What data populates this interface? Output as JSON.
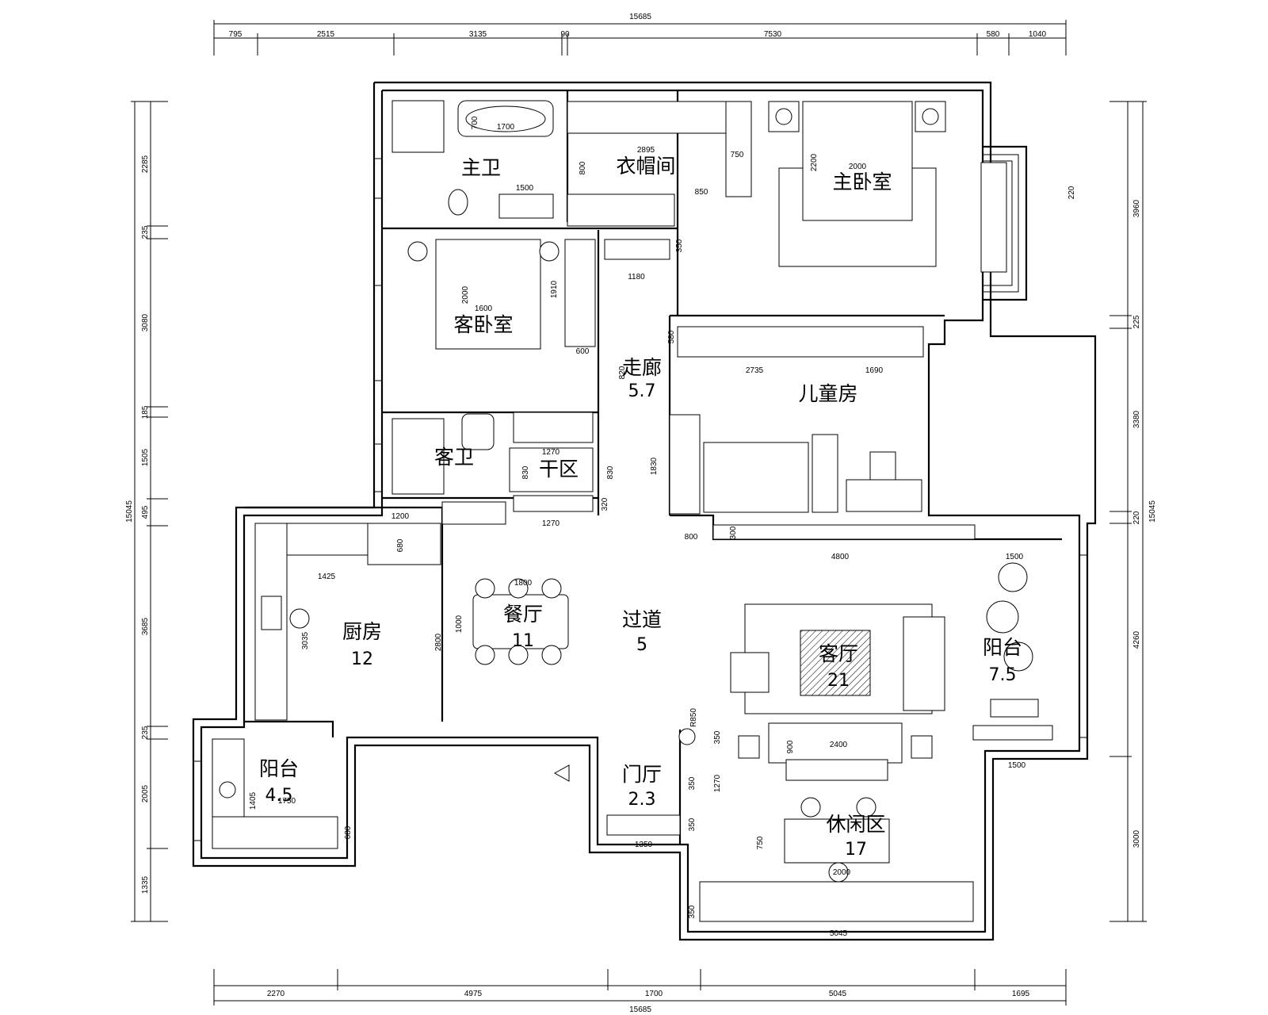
{
  "dimensions": {
    "top_total": "15685",
    "bottom_total": "15685",
    "left_total": "15045",
    "right_total": "15045",
    "top_segments": [
      "795",
      "2515",
      "3135",
      "90",
      "7530",
      "580",
      "1040"
    ],
    "bottom_segments": [
      "2270",
      "4975",
      "1700",
      "5045",
      "1695"
    ],
    "left_segments": [
      "2285",
      "235",
      "3080",
      "185",
      "1505",
      "495",
      "3685",
      "235",
      "2005",
      "1335"
    ],
    "right_segments": [
      "3960",
      "225",
      "3380",
      "220",
      "4260",
      "3000"
    ]
  },
  "rooms": {
    "master_bath": "主卫",
    "wardrobe": "衣帽间",
    "master_bedroom": "主卧室",
    "guest_bedroom": "客卧室",
    "corridor": "走廊",
    "corridor_area": "5.7",
    "children_room": "儿童房",
    "guest_bath": "客卫",
    "dry_zone": "干区",
    "kitchen": "厨房",
    "kitchen_area": "12",
    "dining": "餐厅",
    "dining_area": "11",
    "passage": "过道",
    "passage_area": "5",
    "living": "客厅",
    "living_area": "21",
    "balcony_right": "阳台",
    "balcony_right_area": "7.5",
    "balcony_left": "阳台",
    "balcony_left_area": "4.5",
    "foyer": "门厅",
    "foyer_area": "2.3",
    "leisure": "休闲区",
    "leisure_area": "17"
  },
  "inner_dims": {
    "d_1700": "1700",
    "d_700": "700",
    "d_1500": "1500",
    "d_2895": "2895",
    "d_750": "750",
    "d_850": "850",
    "d_800": "800",
    "d_2000a": "2000",
    "d_2200": "2200",
    "d_220": "220",
    "d_1180": "1180",
    "d_350": "350",
    "d_1600": "1600",
    "d_2000b": "2000",
    "d_1910": "1910",
    "d_600": "600",
    "d_820": "820",
    "d_580": "580",
    "d_2735": "2735",
    "d_1690": "1690",
    "d_1830": "1830",
    "d_1270a": "1270",
    "d_1270b": "1270",
    "d_830a": "830",
    "d_830b": "830",
    "d_320": "320",
    "d_1200": "1200",
    "d_680": "680",
    "d_1425": "1425",
    "d_3035": "3035",
    "d_1800": "1800",
    "d_1000": "1000",
    "d_2800": "2800",
    "d_300": "300",
    "d_4800": "4800",
    "d_800b": "800",
    "d_1500b": "1500",
    "d_2400": "2400",
    "d_900": "900",
    "d_1500c": "1500",
    "d_r850": "R850",
    "d_350b": "350",
    "d_1270c": "1270",
    "d_350c": "350",
    "d_350d": "350",
    "d_750b": "750",
    "d_1350": "1350",
    "d_2000c": "2000",
    "d_350e": "350",
    "d_5045": "5045",
    "d_1405": "1405",
    "d_1750": "1750",
    "d_680b": "680"
  }
}
